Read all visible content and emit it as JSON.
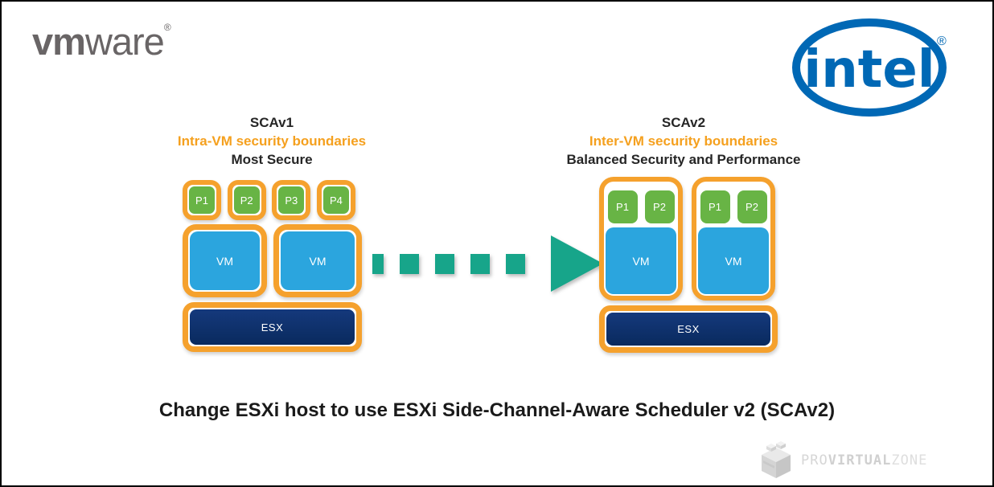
{
  "logos": {
    "vmware": {
      "text_bold": "vm",
      "text_regular": "ware",
      "registered": "®",
      "color": "#696566"
    },
    "intel": {
      "text": "intel",
      "registered": "®",
      "color": "#0068B5"
    },
    "provirtualzone": {
      "pro": "PRO",
      "virtual": "VIRTUAL",
      "zone": "ZONE",
      "color": "#d6d6d6"
    }
  },
  "colors": {
    "border_orange": "#F5A12D",
    "heading_orange": "#F5A01E",
    "core_green": "#68B445",
    "vm_blue": "#2BA5DE",
    "esx_navy": "#0D3174",
    "arrow_teal": "#17A58A",
    "page_border": "#000000"
  },
  "scav1": {
    "title": "SCAv1",
    "subtitle": "Intra-VM security boundaries",
    "tagline": "Most Secure",
    "processors": [
      "P1",
      "P2",
      "P3",
      "P4"
    ],
    "vms": [
      "VM",
      "VM"
    ],
    "host": "ESX"
  },
  "scav2": {
    "title": "SCAv2",
    "subtitle": "Inter-VM security boundaries",
    "tagline": "Balanced Security and Performance",
    "vm_groups": [
      {
        "processors": [
          "P1",
          "P2"
        ],
        "vm": "VM"
      },
      {
        "processors": [
          "P1",
          "P2"
        ],
        "vm": "VM"
      }
    ],
    "host": "ESX"
  },
  "caption": "Change ESXi host to use ESXi Side-Channel-Aware Scheduler v2 (SCAv2)"
}
